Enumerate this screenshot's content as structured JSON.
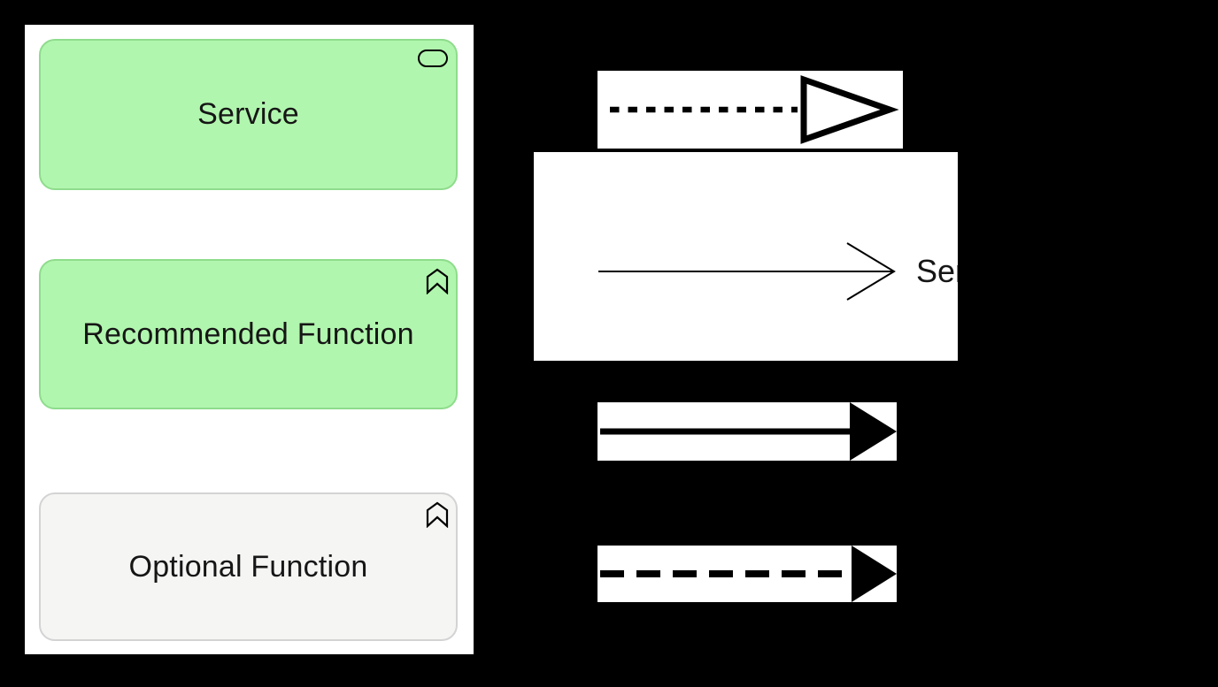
{
  "canvas": {
    "background": "#000000"
  },
  "legend": {
    "background": "#ffffff",
    "nodes": [
      {
        "label": "Service",
        "shape": "rounded-rectangle",
        "icon": "stadium-icon",
        "fill": "#b1f6ae",
        "border": "#8edc8c",
        "text_color": "#161616"
      },
      {
        "label": "Recommended Function",
        "shape": "rounded-rectangle",
        "icon": "function-chevron-icon",
        "fill": "#b1f6ae",
        "border": "#8edc8c",
        "text_color": "#161616"
      },
      {
        "label": "Optional Function",
        "shape": "rounded-rectangle",
        "icon": "function-chevron-icon",
        "fill": "#f5f5f4",
        "border": "#d3d3d3",
        "text_color": "#161616"
      }
    ]
  },
  "relationships": [
    {
      "name": "realization",
      "line": "dotted",
      "arrowhead": "hollow-triangle",
      "label": ""
    },
    {
      "name": "serving",
      "line": "thin-solid",
      "arrowhead": "open-chevron",
      "label": "Ser"
    },
    {
      "name": "triggering",
      "line": "thick-solid",
      "arrowhead": "filled-triangle",
      "label": ""
    },
    {
      "name": "flow",
      "line": "dashed",
      "arrowhead": "filled-triangle",
      "label": ""
    }
  ]
}
